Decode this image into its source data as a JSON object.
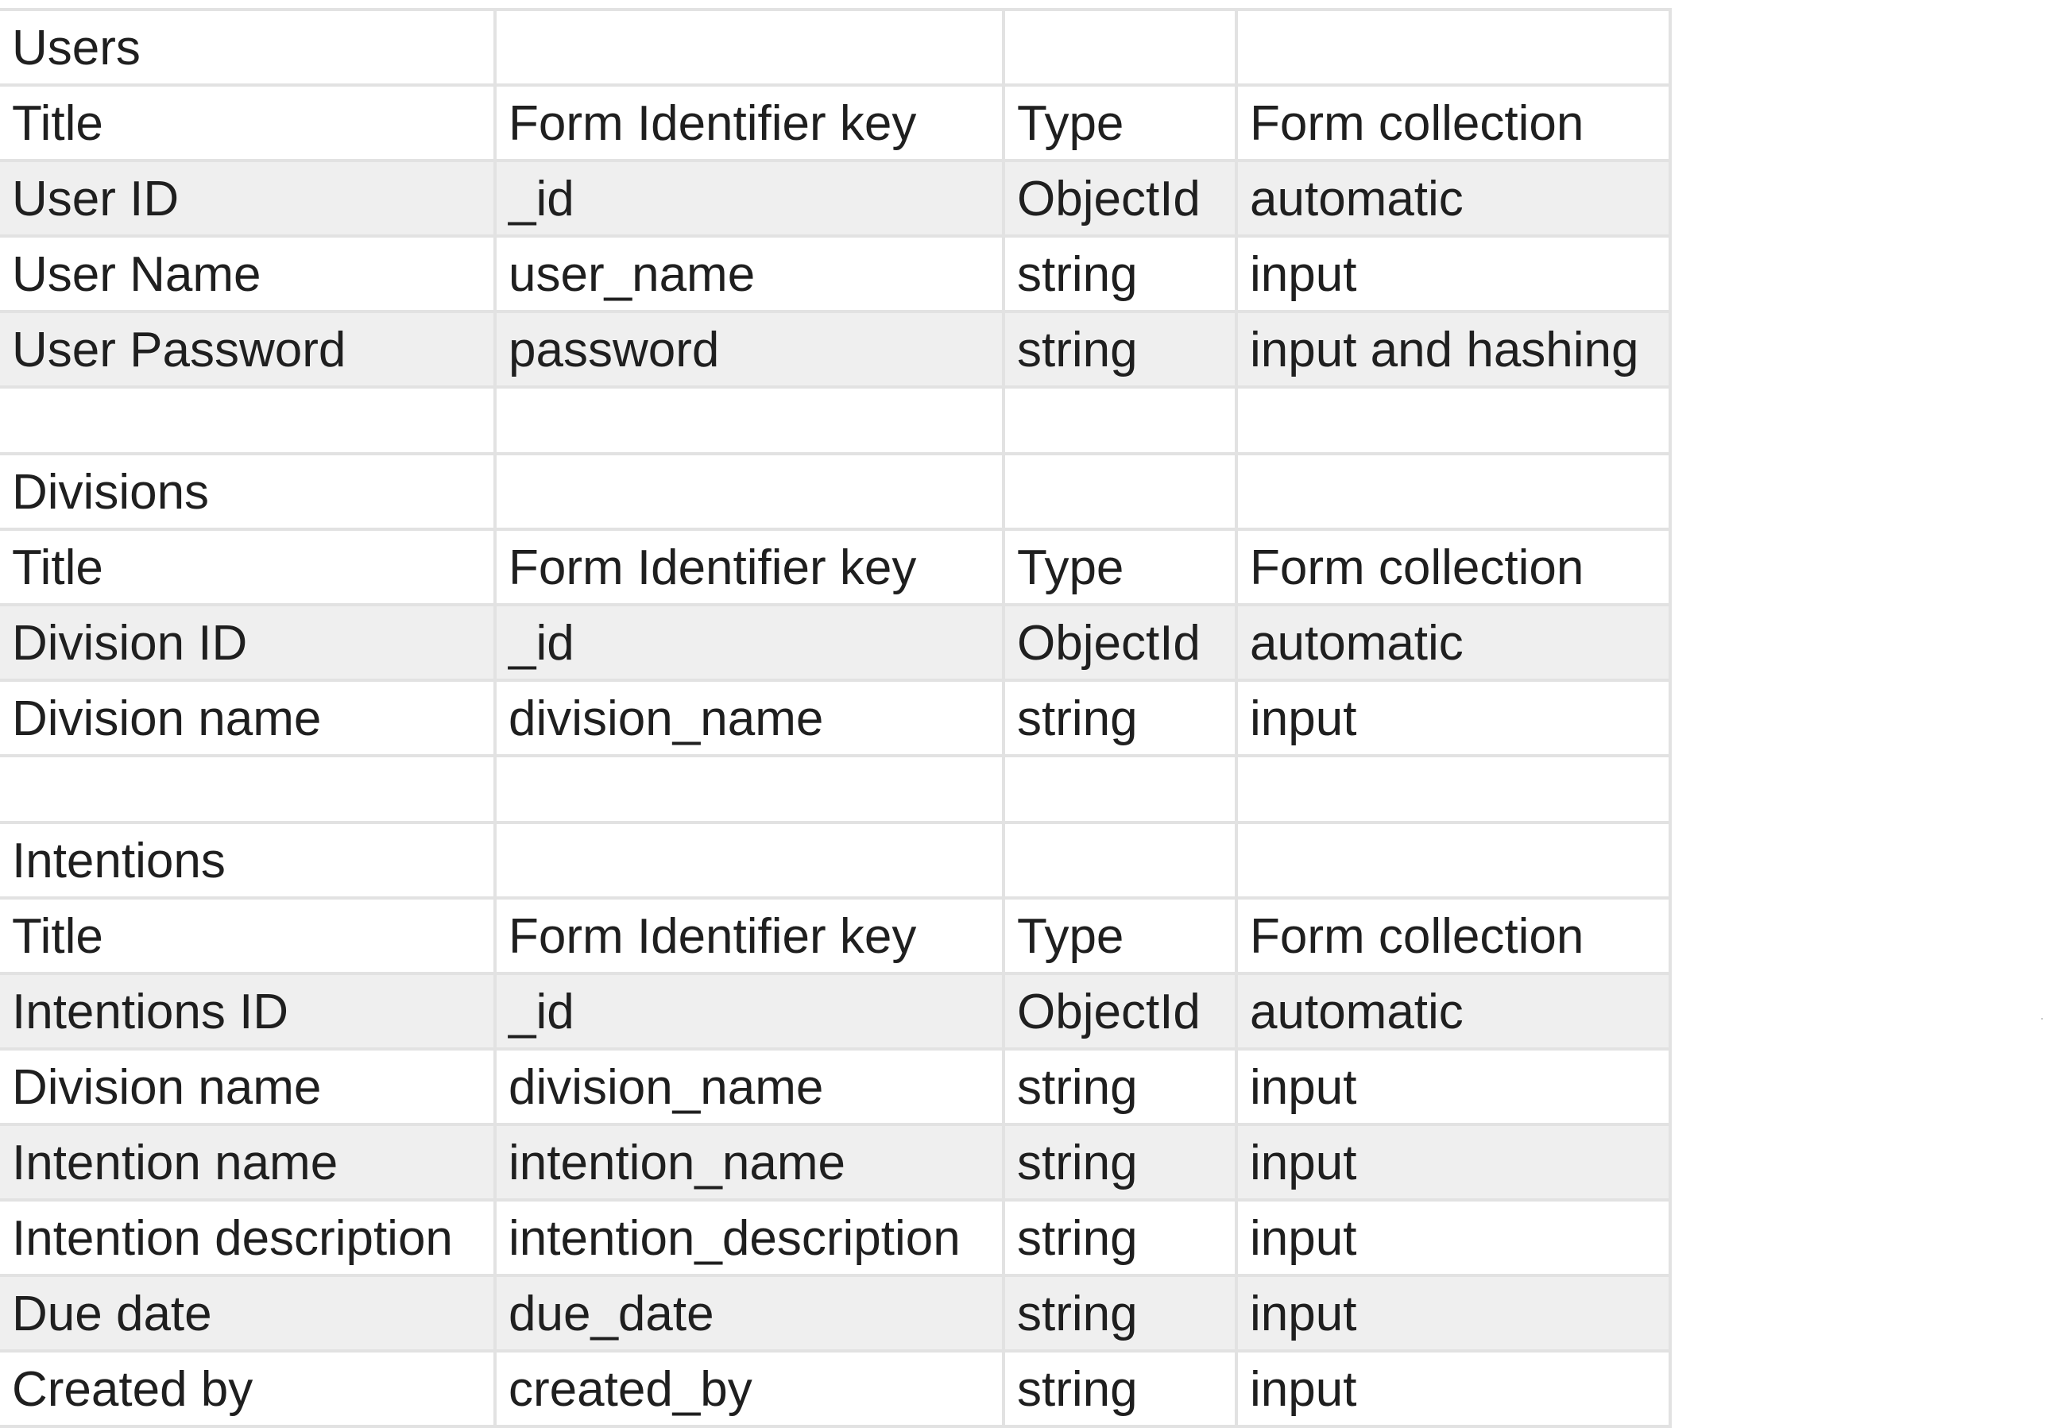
{
  "columns": [
    "Title",
    "Form Identifier key",
    "Type",
    "Form collection"
  ],
  "sections": [
    {
      "name": "Users",
      "header": [
        "Title",
        "Form Identifier key",
        "Type",
        "Form collection"
      ],
      "rows": [
        [
          "User ID",
          "_id",
          "ObjectId",
          "automatic"
        ],
        [
          "User Name",
          "user_name",
          "string",
          "input"
        ],
        [
          "User Password",
          "password",
          "string",
          "input and hashing"
        ]
      ]
    },
    {
      "name": "Divisions",
      "header": [
        "Title",
        "Form Identifier key",
        "Type",
        "Form collection"
      ],
      "rows": [
        [
          "Division ID",
          "_id",
          "ObjectId",
          "automatic"
        ],
        [
          "Division name",
          "division_name",
          "string",
          "input"
        ]
      ]
    },
    {
      "name": "Intentions",
      "header": [
        "Title",
        "Form Identifier key",
        "Type",
        "Form collection"
      ],
      "rows": [
        [
          "Intentions ID",
          "_id",
          "ObjectId",
          "automatic"
        ],
        [
          "Division name",
          "division_name",
          "string",
          "input"
        ],
        [
          "Intention name",
          "intention_name",
          "string",
          "input"
        ],
        [
          "Intention description",
          "intention_description",
          "string",
          "input"
        ],
        [
          "Due date",
          "due_date",
          "string",
          "input"
        ],
        [
          "Created by",
          "created_by",
          "string",
          "input"
        ]
      ]
    }
  ],
  "colors": {
    "grid_line": "#e2e2e2",
    "shaded_row": "#efefef",
    "text": "#1f1f1f"
  }
}
